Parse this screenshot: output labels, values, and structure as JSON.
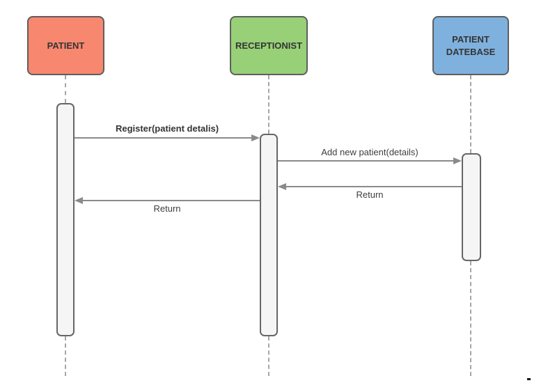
{
  "diagram": {
    "type": "uml-sequence",
    "actors": [
      {
        "id": "patient",
        "label": "PATIENT",
        "fill": "#f8876f"
      },
      {
        "id": "receptionist",
        "label": "RECEPTIONIST",
        "fill": "#97d077"
      },
      {
        "id": "patient-datebase",
        "label": "PATIENT DATEBASE",
        "fill": "#7fb1de"
      }
    ],
    "messages": [
      {
        "label": "Register(patient detalis)",
        "from": "PATIENT",
        "to": "RECEPTIONIST",
        "direction": "right",
        "style": "bold",
        "label_position": "above"
      },
      {
        "label": "Add new patient(details)",
        "from": "RECEPTIONIST",
        "to": "PATIENT DATEBASE",
        "direction": "right",
        "style": "regular",
        "label_position": "above"
      },
      {
        "label": "Return",
        "from": "PATIENT DATEBASE",
        "to": "RECEPTIONIST",
        "direction": "left",
        "style": "regular",
        "label_position": "below"
      },
      {
        "label": "Return",
        "from": "RECEPTIONIST",
        "to": "PATIENT",
        "direction": "left",
        "style": "regular",
        "label_position": "below"
      }
    ],
    "colors": {
      "background": "#ffffff",
      "actor_border": "#5e5e5e",
      "activation_fill": "#f5f5f5",
      "activation_border": "#666666",
      "lifeline": "#a6a6a6",
      "arrow": "#8a8a8a",
      "text": "#343434"
    }
  }
}
